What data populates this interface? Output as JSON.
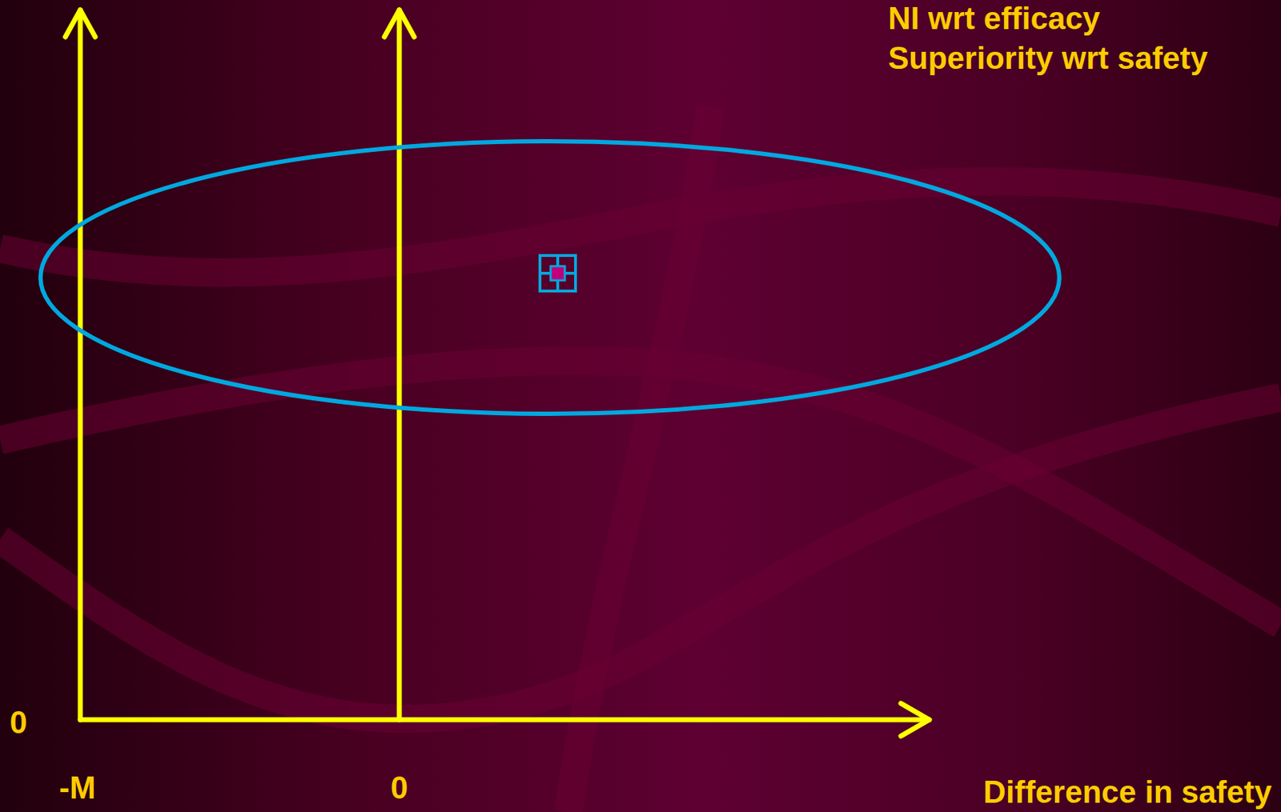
{
  "diagram": {
    "labels": [
      "NI wrt efficacy",
      "Superiority wrt safety",
      "0",
      "-M",
      "0",
      "Difference in safety"
    ]
  }
}
